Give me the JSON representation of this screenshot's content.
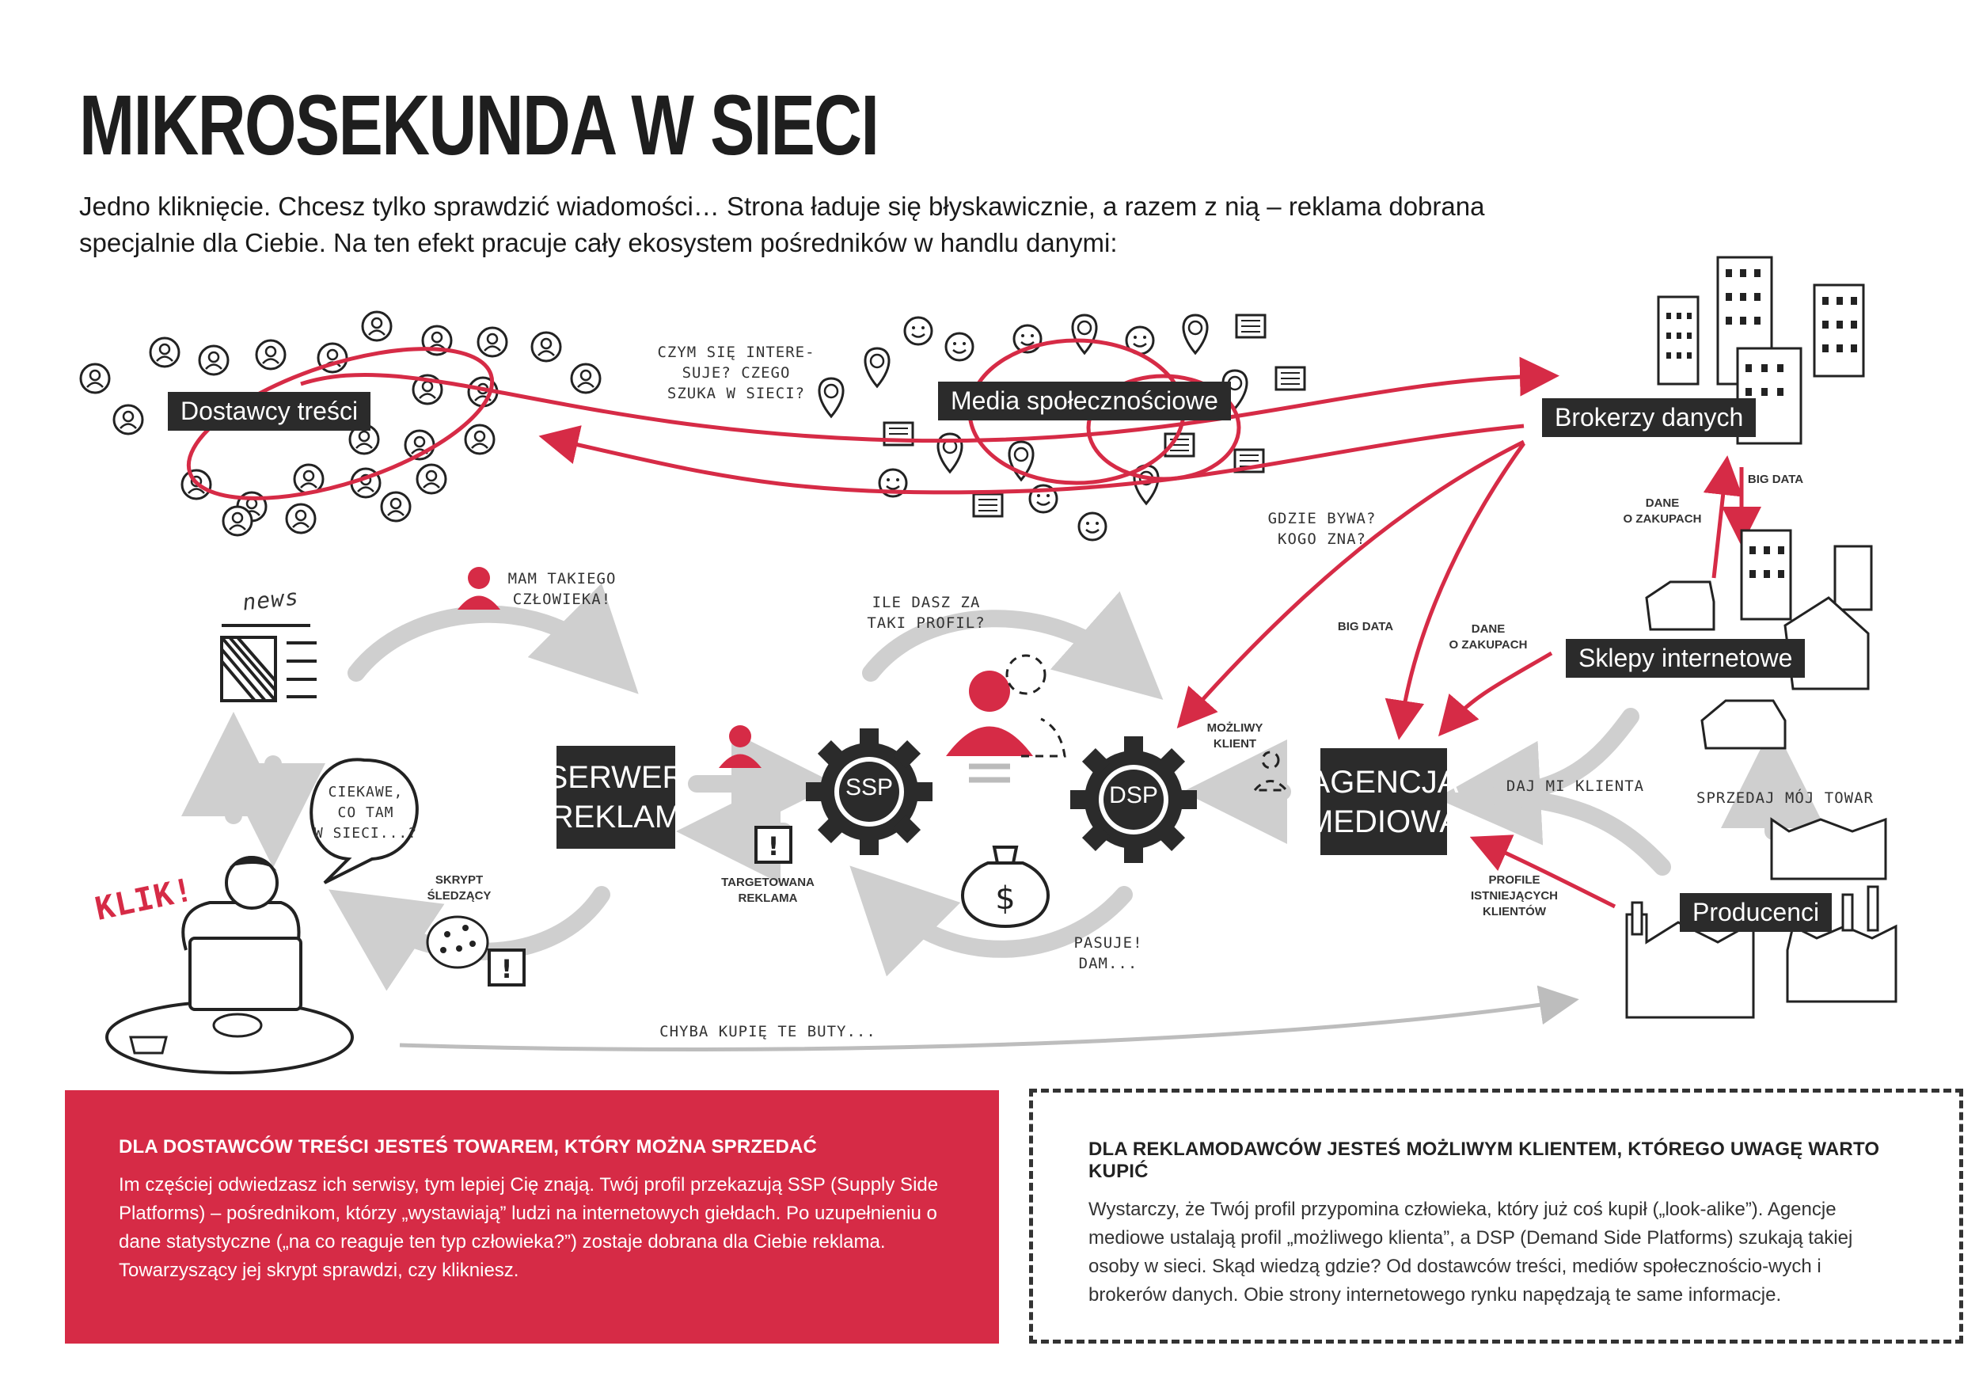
{
  "title": "MIKROSEKUNDA W SIECI",
  "intro": "Jedno kliknięcie. Chcesz tylko sprawdzić wiadomości… Strona ładuje się błyskawicznie, a razem z nią – reklama dobrana specjalnie dla Ciebie. Na ten efekt pracuje cały ekosystem pośredników w handlu danymi:",
  "labels": {
    "dostawcy": "Dostawcy treści",
    "media": "Media społecznościowe",
    "brokerzy": "Brokerzy danych",
    "sklepy": "Sklepy internetowe",
    "producenci": "Producenci"
  },
  "boxes": {
    "serwer": "SERWER\nREKLAM",
    "agencja": "AGENCJA\nMEDIOWA",
    "ssp": "SSP",
    "dsp": "DSP"
  },
  "handwriting": {
    "czym": "CZYM SIĘ INTERE-\nSUJE? CZEGO\nSZUKA W SIECI?",
    "gdzie": "GDZIE BYWA?\nKOGO ZNA?",
    "mam": "MAM TAKIEGO\nCZŁOWIEKA!",
    "ile": "ILE DASZ ZA\nTAKI PROFIL?",
    "ciekawe": "CIEKAWE,\nCO TAM\nW SIECI...?",
    "klik": "KLIK!",
    "pasuje": "PASUJE!\nDAM...",
    "daj": "DAJ MI KLIENTA",
    "sprzedaj": "SPRZEDAJ MÓJ TOWAR",
    "chyba": "CHYBA KUPIĘ TE BUTY...",
    "news": "news"
  },
  "small_labels": {
    "skrypt": "SKRYPT\nŚLEDZĄCY",
    "targetowana": "TARGETOWANA\nREKLAMA",
    "mozliwy": "MOŻLIWY\nKLIENT",
    "big_data_1": "BIG DATA",
    "big_data_2": "BIG DATA",
    "dane_1": "DANE\nO ZAKUPACH",
    "dane_2": "DANE\nO ZAKUPACH",
    "profile": "PROFILE\nISTNIEJĄCYCH\nKLIENTÓW"
  },
  "panel_left": {
    "heading": "DLA DOSTAWCÓW TREŚCI JESTEŚ TOWAREM, KTÓRY MOŻNA SPRZEDAĆ",
    "body": "Im częściej odwiedzasz ich serwisy, tym lepiej Cię znają. Twój profil przekazują SSP (Supply Side Platforms) – pośrednikom, którzy „wystawiają” ludzi na internetowych giełdach. Po uzupełnieniu o dane statystyczne („na co reaguje ten typ człowieka?”) zostaje dobrana dla Ciebie reklama. Towarzyszący jej skrypt sprawdzi, czy klikniesz."
  },
  "panel_right": {
    "heading": "DLA REKLAMODAWCÓW JESTEŚ MOŻLIWYM KLIENTEM, KTÓREGO UWAGĘ WARTO KUPIĆ",
    "body": "Wystarczy, że Twój profil przypomina człowieka, który już coś kupił („look-alike”). Agencje mediowe ustalają profil „możliwego klienta”, a DSP (Demand Side Platforms) szukają takiej osoby w sieci. Skąd wiedzą gdzie? Od dostawców treści, mediów społecznościo-wych i brokerów danych. Obie strony internetowego rynku napędzają te same informacje."
  },
  "colors": {
    "accent": "#d62b46",
    "dark": "#2b2b2b",
    "grey_arrow": "#cfcfcf"
  }
}
